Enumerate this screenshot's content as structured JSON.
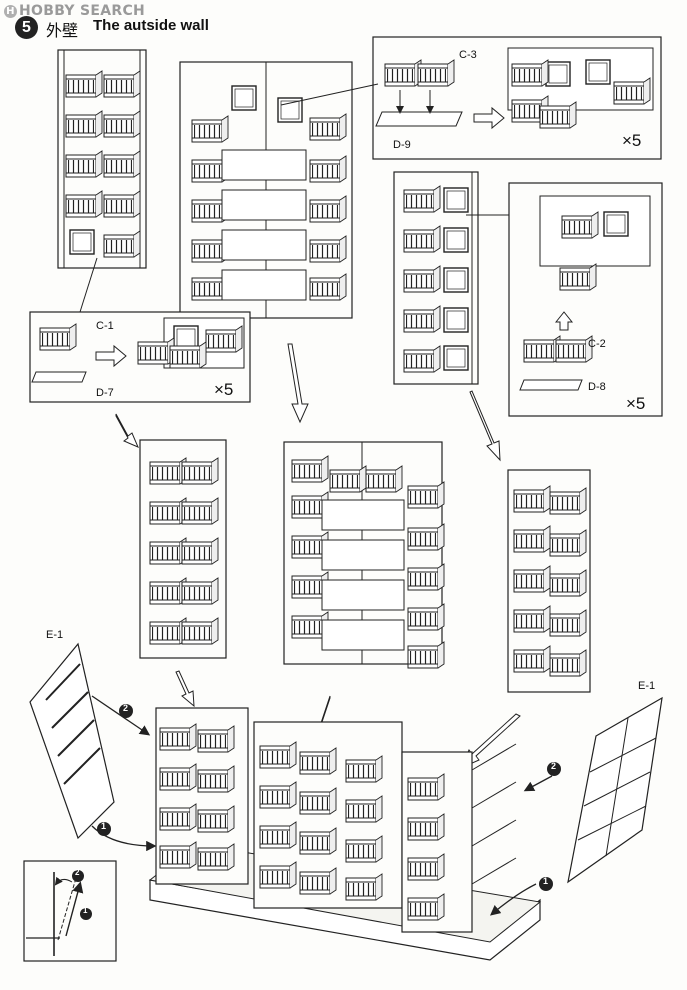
{
  "watermark": {
    "text": "HOBBY SEARCH",
    "mark": "H"
  },
  "step": {
    "number": "5",
    "title_jp": "外壁",
    "title_en": "The autside wall"
  },
  "callouts": {
    "c3": "C-3",
    "d9": "D-9",
    "x5_top": "×5",
    "c1": "C-1",
    "d7": "D-7",
    "x5_left": "×5",
    "c2": "C-2",
    "d8": "D-8",
    "x5_right": "×5",
    "e1_left": "E-1",
    "e1_right": "E-1"
  },
  "step_markers": {
    "one": "1",
    "two": "2"
  },
  "colors": {
    "line": "#222222",
    "paper": "#fdfdfb",
    "fill": "#f4f4f0"
  }
}
